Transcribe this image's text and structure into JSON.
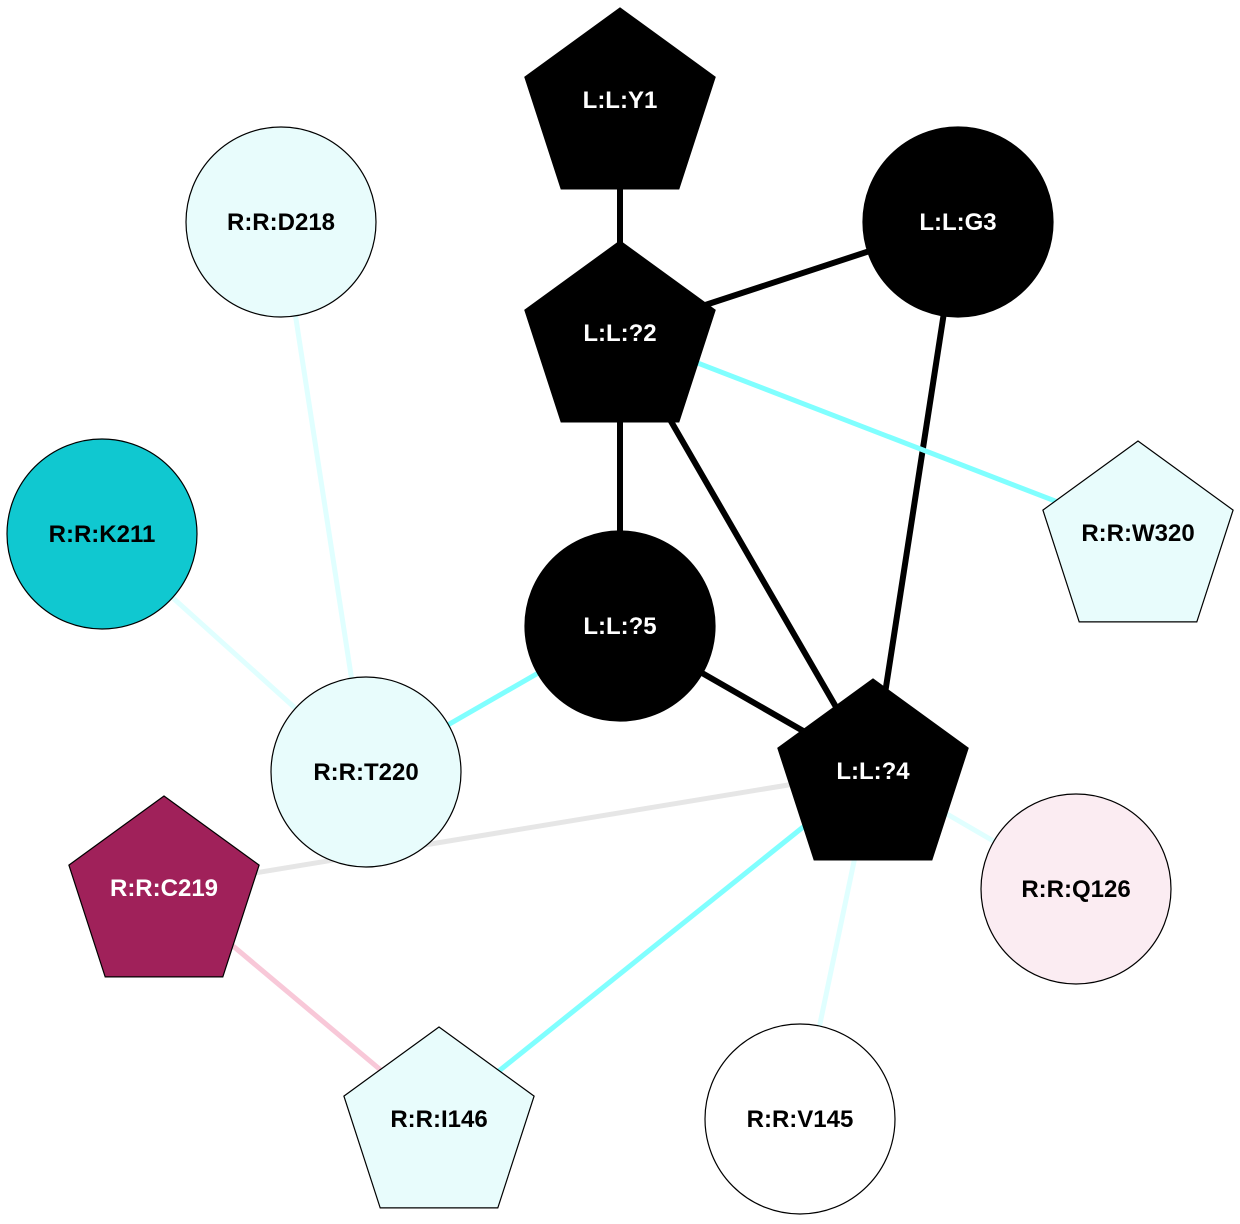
{
  "nodes": [
    {
      "id": "L:L:Y1",
      "label": "L:L:Y1",
      "shape": "pentagon",
      "fill": "#000000",
      "text_color": "#ffffff"
    },
    {
      "id": "L:L:?2",
      "label": "L:L:?2",
      "shape": "pentagon",
      "fill": "#000000",
      "text_color": "#ffffff"
    },
    {
      "id": "L:L:G3",
      "label": "L:L:G3",
      "shape": "circle",
      "fill": "#000000",
      "text_color": "#ffffff"
    },
    {
      "id": "L:L:?5",
      "label": "L:L:?5",
      "shape": "circle",
      "fill": "#000000",
      "text_color": "#ffffff"
    },
    {
      "id": "L:L:?4",
      "label": "L:L:?4",
      "shape": "pentagon",
      "fill": "#000000",
      "text_color": "#ffffff"
    },
    {
      "id": "R:R:D218",
      "label": "R:R:D218",
      "shape": "circle",
      "fill": "#e8fcfc",
      "text_color": "#000000"
    },
    {
      "id": "R:R:K211",
      "label": "R:R:K211",
      "shape": "circle",
      "fill": "#10c8d0",
      "text_color": "#000000"
    },
    {
      "id": "R:R:T220",
      "label": "R:R:T220",
      "shape": "circle",
      "fill": "#e8fcfc",
      "text_color": "#000000"
    },
    {
      "id": "R:R:W320",
      "label": "R:R:W320",
      "shape": "pentagon",
      "fill": "#e8fcfc",
      "text_color": "#000000"
    },
    {
      "id": "R:R:C219",
      "label": "R:R:C219",
      "shape": "pentagon",
      "fill": "#a0215a",
      "text_color": "#ffffff"
    },
    {
      "id": "R:R:Q126",
      "label": "R:R:Q126",
      "shape": "circle",
      "fill": "#fbecf2",
      "text_color": "#000000"
    },
    {
      "id": "R:R:I146",
      "label": "R:R:I146",
      "shape": "pentagon",
      "fill": "#e8fcfc",
      "text_color": "#000000"
    },
    {
      "id": "R:R:V145",
      "label": "R:R:V145",
      "shape": "circle",
      "fill": "#ffffff",
      "text_color": "#000000"
    }
  ],
  "edges": [
    {
      "from": "L:L:Y1",
      "to": "L:L:?2",
      "color": "#000000"
    },
    {
      "from": "L:L:?2",
      "to": "L:L:G3",
      "color": "#000000"
    },
    {
      "from": "L:L:?2",
      "to": "L:L:?5",
      "color": "#000000"
    },
    {
      "from": "L:L:?2",
      "to": "L:L:?4",
      "color": "#000000"
    },
    {
      "from": "L:L:G3",
      "to": "L:L:?4",
      "color": "#000000"
    },
    {
      "from": "L:L:?5",
      "to": "L:L:?4",
      "color": "#000000"
    },
    {
      "from": "L:L:?2",
      "to": "R:R:W320",
      "color": "#80ffff"
    },
    {
      "from": "R:R:T220",
      "to": "L:L:?5",
      "color": "#80ffff"
    },
    {
      "from": "R:R:D218",
      "to": "R:R:T220",
      "color": "#e0ffff"
    },
    {
      "from": "R:R:K211",
      "to": "R:R:T220",
      "color": "#e0ffff"
    },
    {
      "from": "L:L:?4",
      "to": "R:R:C219",
      "color": "#e6e6e6"
    },
    {
      "from": "L:L:?4",
      "to": "R:R:I146",
      "color": "#80ffff"
    },
    {
      "from": "L:L:?4",
      "to": "R:R:V145",
      "color": "#e0ffff"
    },
    {
      "from": "L:L:?4",
      "to": "R:R:Q126",
      "color": "#e0ffff"
    },
    {
      "from": "R:R:C219",
      "to": "R:R:I146",
      "color": "#f8c8d8"
    }
  ]
}
